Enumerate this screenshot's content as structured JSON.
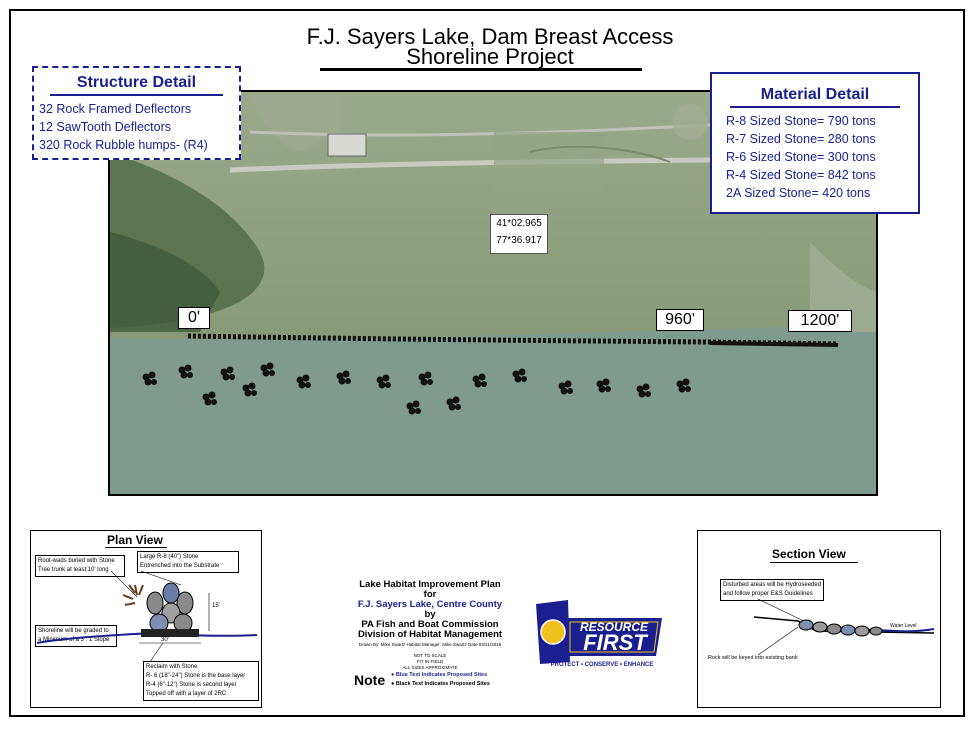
{
  "title": {
    "line1": "F.J. Sayers Lake,  Dam Breast Access",
    "line2": "Shoreline Project"
  },
  "structure_detail": {
    "title": "Structure Detail",
    "items": [
      "32 Rock Framed Deflectors",
      "12 SawTooth Deflectors",
      "320 Rock Rubble humps- (R4)"
    ]
  },
  "material_detail": {
    "title": "Material Detail",
    "items": [
      "R-8 Sized Stone= 790 tons",
      "R-7 Sized Stone= 280 tons",
      "R-6 Sized Stone= 300 tons",
      "R-4 Sized Stone=  842 tons",
      "2A Sized Stone= 420 tons"
    ]
  },
  "coordinates": {
    "lat": "41*02.965",
    "lon": "77*36.917"
  },
  "distances": {
    "start": "0'",
    "mid": "960'",
    "end": "1200'"
  },
  "plan_view": {
    "title": "Plan View",
    "note_rootwads_1": "Root-wads buried with Stone",
    "note_rootwads_2": "Tree trunk at least 10' long",
    "note_large_1": "Large R-8 (40\") Stone",
    "note_large_2": "Entrenched into the Substrate",
    "note_shore_1": "Shoreline will be graded to",
    "note_shore_2": "a Minimum of a 3 : 1 Slope",
    "dim_height": "15'",
    "dim_width": "30'",
    "reclaim": [
      "Reclaim with Stone",
      "R- 6 (18\"-24\") Stone is the base layer",
      "R-4 (6\"-12\") Stone is second layer",
      "Topped off with a layer of 2RC"
    ]
  },
  "center": {
    "line1": "Lake Habitat Improvement Plan",
    "line2": "for",
    "line3": "F.J. Sayers Lake, Centre County",
    "line4": "by",
    "line5": "PA Fish and Boat Commission",
    "line6": "Division of Habitat Management",
    "drawn_by": "Drawn By: Mike Swartz    Habitat Manager: Mike Swartz  Date 03/21/2016",
    "not_to_scale": "NOT TO SCALE",
    "fit_in_field": "FIT IN FIELD",
    "approx": "ALL SIZES APPROXIMATE"
  },
  "note": {
    "label": "Note",
    "blue": "Blue Text Indicates Proposed Sites",
    "black": "Black Text Indicates Proposed Sites"
  },
  "logo": {
    "line1": "RESOURCE",
    "line2": "FIRST",
    "tagline": "PROTECT • CONSERVE • ENHANCE"
  },
  "section_view": {
    "title": "Section View",
    "note_disturbed_1": "Disturbed areas will be Hydroseeded",
    "note_disturbed_2": "and follow proper E&S Guidelines",
    "water_level": "Water Level",
    "rock_keyed": "Rock will be keyed into existing bank"
  },
  "colors": {
    "accent_blue": "#1a1f8f",
    "water": "#7f9a8e",
    "land": "#8a9a78"
  }
}
